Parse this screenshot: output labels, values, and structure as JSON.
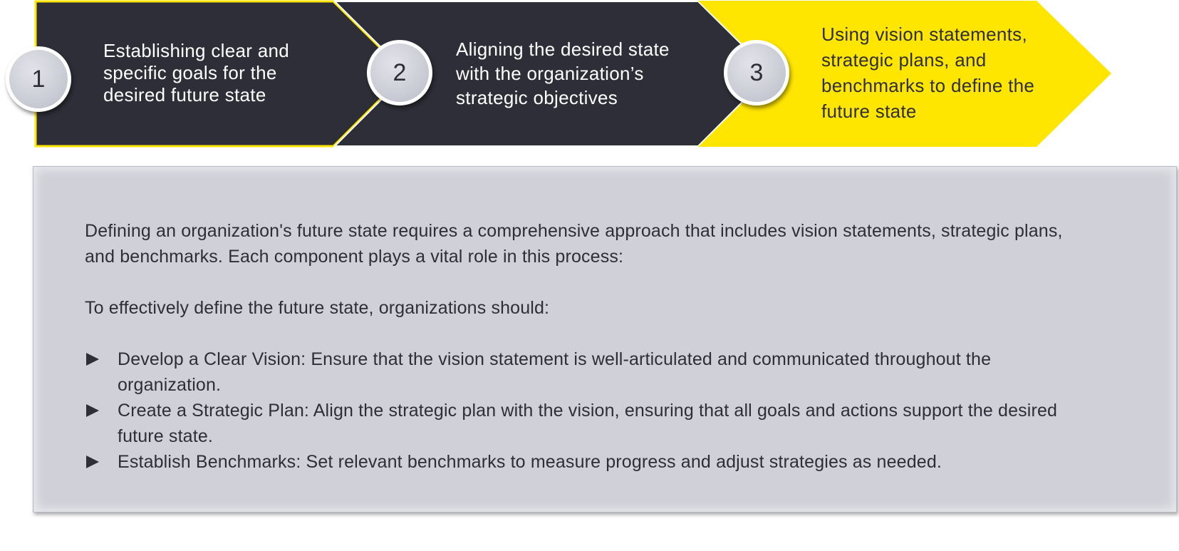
{
  "colors": {
    "dark": "#2e2e38",
    "accent": "#ffe600",
    "badge": "#c7c9d2",
    "panel": "#cfd0d8"
  },
  "steps": [
    {
      "number": "1",
      "lines": [
        "Establishing clear and",
        "specific goals for the",
        "desired future state"
      ]
    },
    {
      "number": "2",
      "lines": [
        "Aligning the desired state",
        "with the organization’s",
        "strategic objectives"
      ]
    },
    {
      "number": "3",
      "lines": [
        "Using vision statements,",
        "strategic plans, and",
        "benchmarks to define the",
        "future state"
      ]
    }
  ],
  "panel": {
    "intro": "Defining an organization's future state requires a comprehensive approach that includes vision statements, strategic plans, and benchmarks. Each component plays a vital role in this process:",
    "lead": "To effectively define the future state, organizations should:",
    "bullet_icon": "triangle-right-icon",
    "bullets": [
      "Develop a Clear Vision: Ensure that the vision statement is well-articulated and communicated throughout the organization.",
      "Create a Strategic Plan: Align the strategic plan with the vision, ensuring that all goals and actions support the desired future state.",
      "Establish Benchmarks: Set relevant benchmarks to measure progress and adjust strategies as needed."
    ]
  }
}
